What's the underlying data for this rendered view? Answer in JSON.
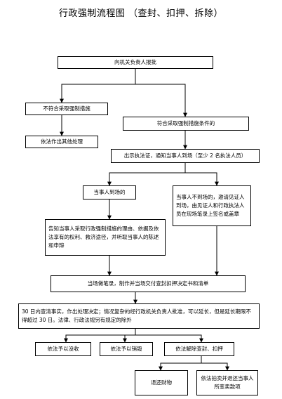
{
  "title": "行政强制流程图 （查封、扣押、拆除）",
  "boxes": {
    "approve": "向机关负责人报批",
    "not_meet": "不符合采取强制措施",
    "meet": "符合采取强制措施条件的",
    "other": "依法作出其他处理",
    "show_cert": "出示执法证，通知当事人到场（至少 2 名执法人员）",
    "present": "当事人到场的",
    "absent": "当事人不到场的，邀请见证人到场，由见证人和行政执法人员在现场笔录上签名或盖章",
    "inform": "告知当事人采取行政强制措施的理由、依据及依法享有的权利、救济途径，并听取当事人的陈述和申辩",
    "record": "当场做笔录，制作并当场交付查封扣押决定书和清单",
    "decision": "30 日内查清事实，作出处理决定；情况复杂的经行政机关负责人批准，可以延长，但是延长期限不得超过 30 日。法律、行政法规另有规定的除外",
    "confiscate": "依法予以没收",
    "destroy": "依法予以销毁",
    "release": "依法解除查封、扣押",
    "return": "退还财物",
    "auction": "依法拍卖并退还当事人所变卖款项"
  }
}
